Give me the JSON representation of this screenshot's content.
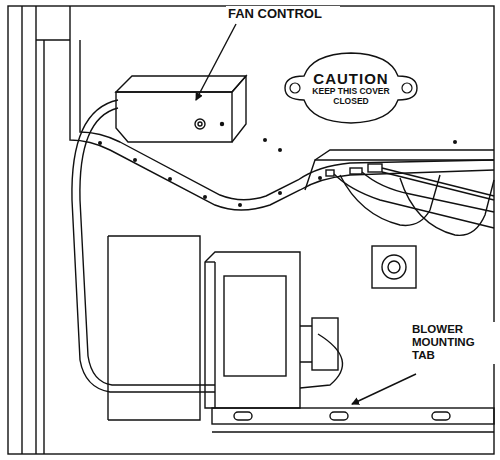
{
  "diagram": {
    "nodes": [
      {
        "text": [
          "CAUTION",
          "KEEP THIS COVER CLOSED"
        ]
      }
    ],
    "labels": [
      "FAN CONTROL",
      "BLOWER MOUNTING TAB"
    ]
  }
}
